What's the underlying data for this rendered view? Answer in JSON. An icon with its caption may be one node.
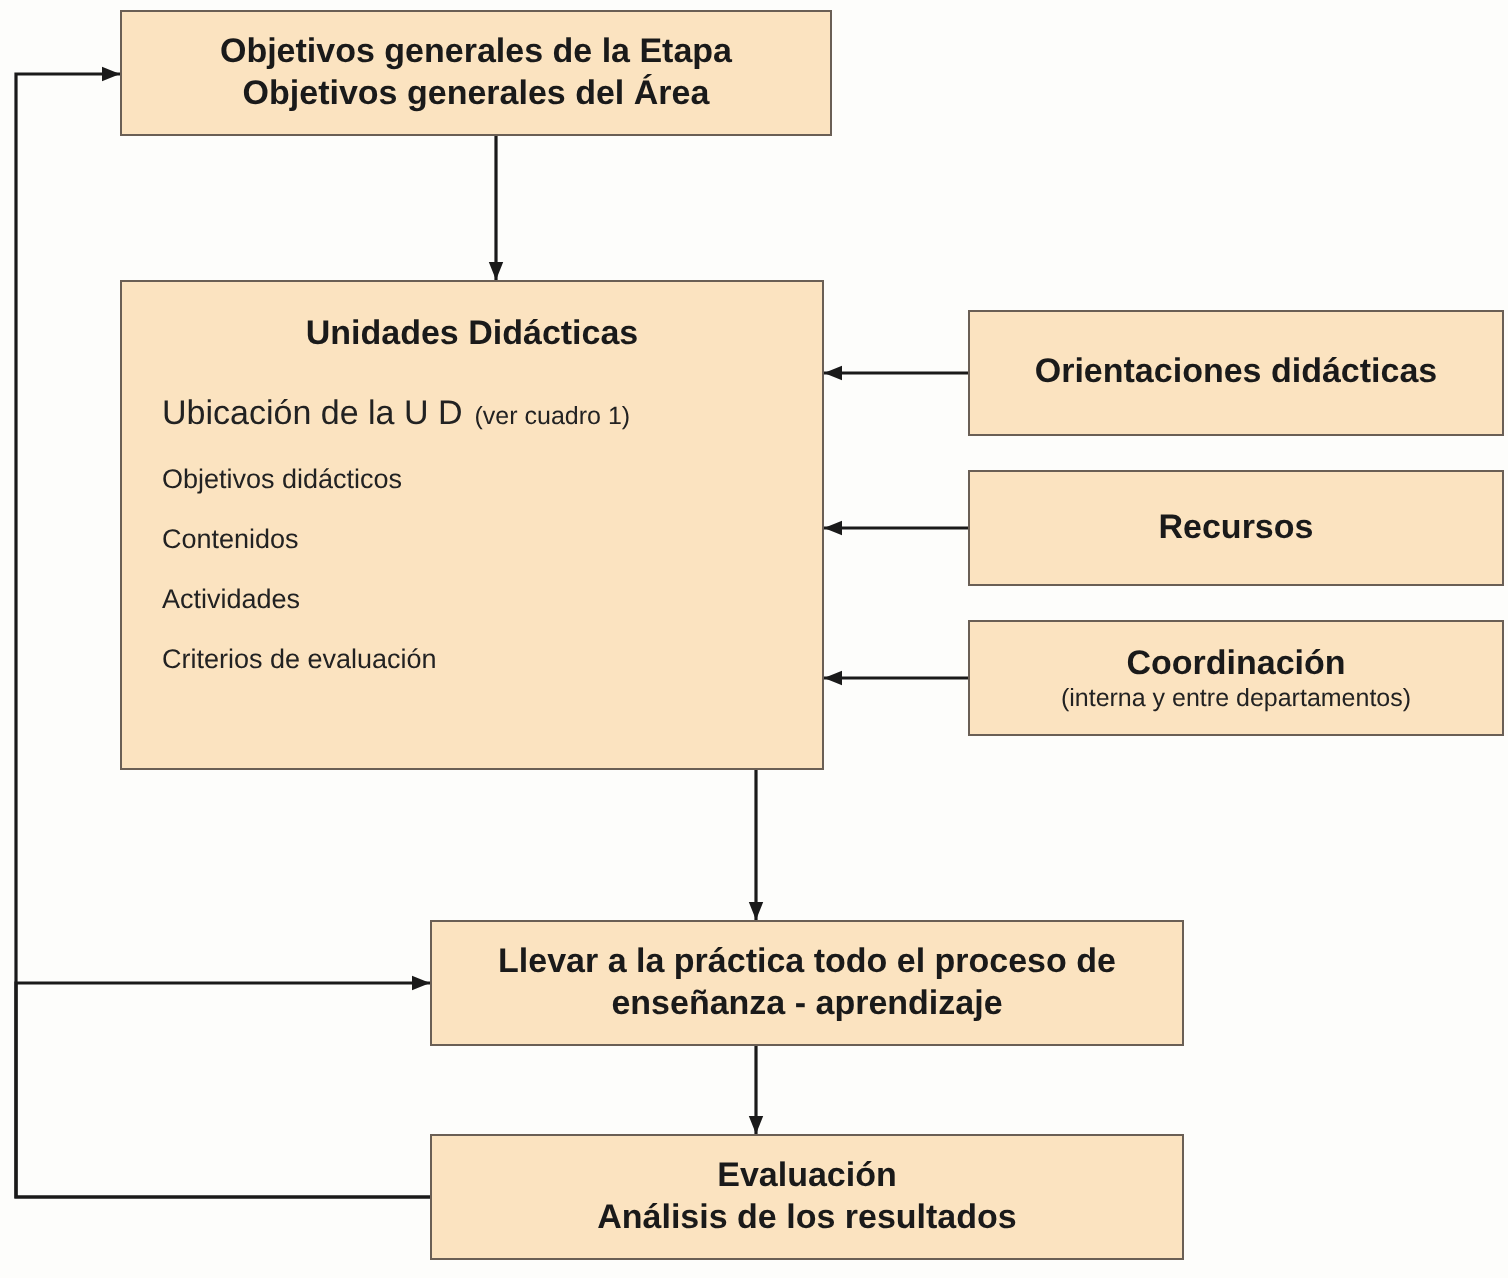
{
  "diagram": {
    "nodes": [
      {
        "text": [
          "Objetivos generales de la Etapa",
          "Objetivos generales del Área"
        ]
      },
      {
        "text": [
          "Unidades Didácticas",
          "Ubicación de la U D",
          "(ver cuadro 1)",
          "Objetivos didácticos",
          "Contenidos",
          "Actividades",
          "Criterios de evaluación"
        ]
      },
      {
        "text": [
          "Orientaciones didácticas"
        ]
      },
      {
        "text": [
          "Recursos"
        ]
      },
      {
        "text": [
          "Coordinación",
          "(interna y entre departamentos)"
        ]
      },
      {
        "text": [
          "Llevar a la práctica todo el proceso de enseñanza - aprendizaje"
        ]
      },
      {
        "text": [
          "Evaluación",
          "Análisis de los resultados"
        ]
      }
    ],
    "edges": [
      {
        "from": 0,
        "to": 1,
        "arrow": "to"
      },
      {
        "from": 2,
        "to": 1,
        "arrow": "to"
      },
      {
        "from": 3,
        "to": 1,
        "arrow": "to"
      },
      {
        "from": 4,
        "to": 1,
        "arrow": "to"
      },
      {
        "from": 1,
        "to": 5,
        "arrow": "to"
      },
      {
        "from": 5,
        "to": 6,
        "arrow": "to"
      },
      {
        "from": 6,
        "to": 0,
        "arrow": "to"
      },
      {
        "from": 6,
        "to": 5,
        "arrow": "to"
      }
    ]
  }
}
